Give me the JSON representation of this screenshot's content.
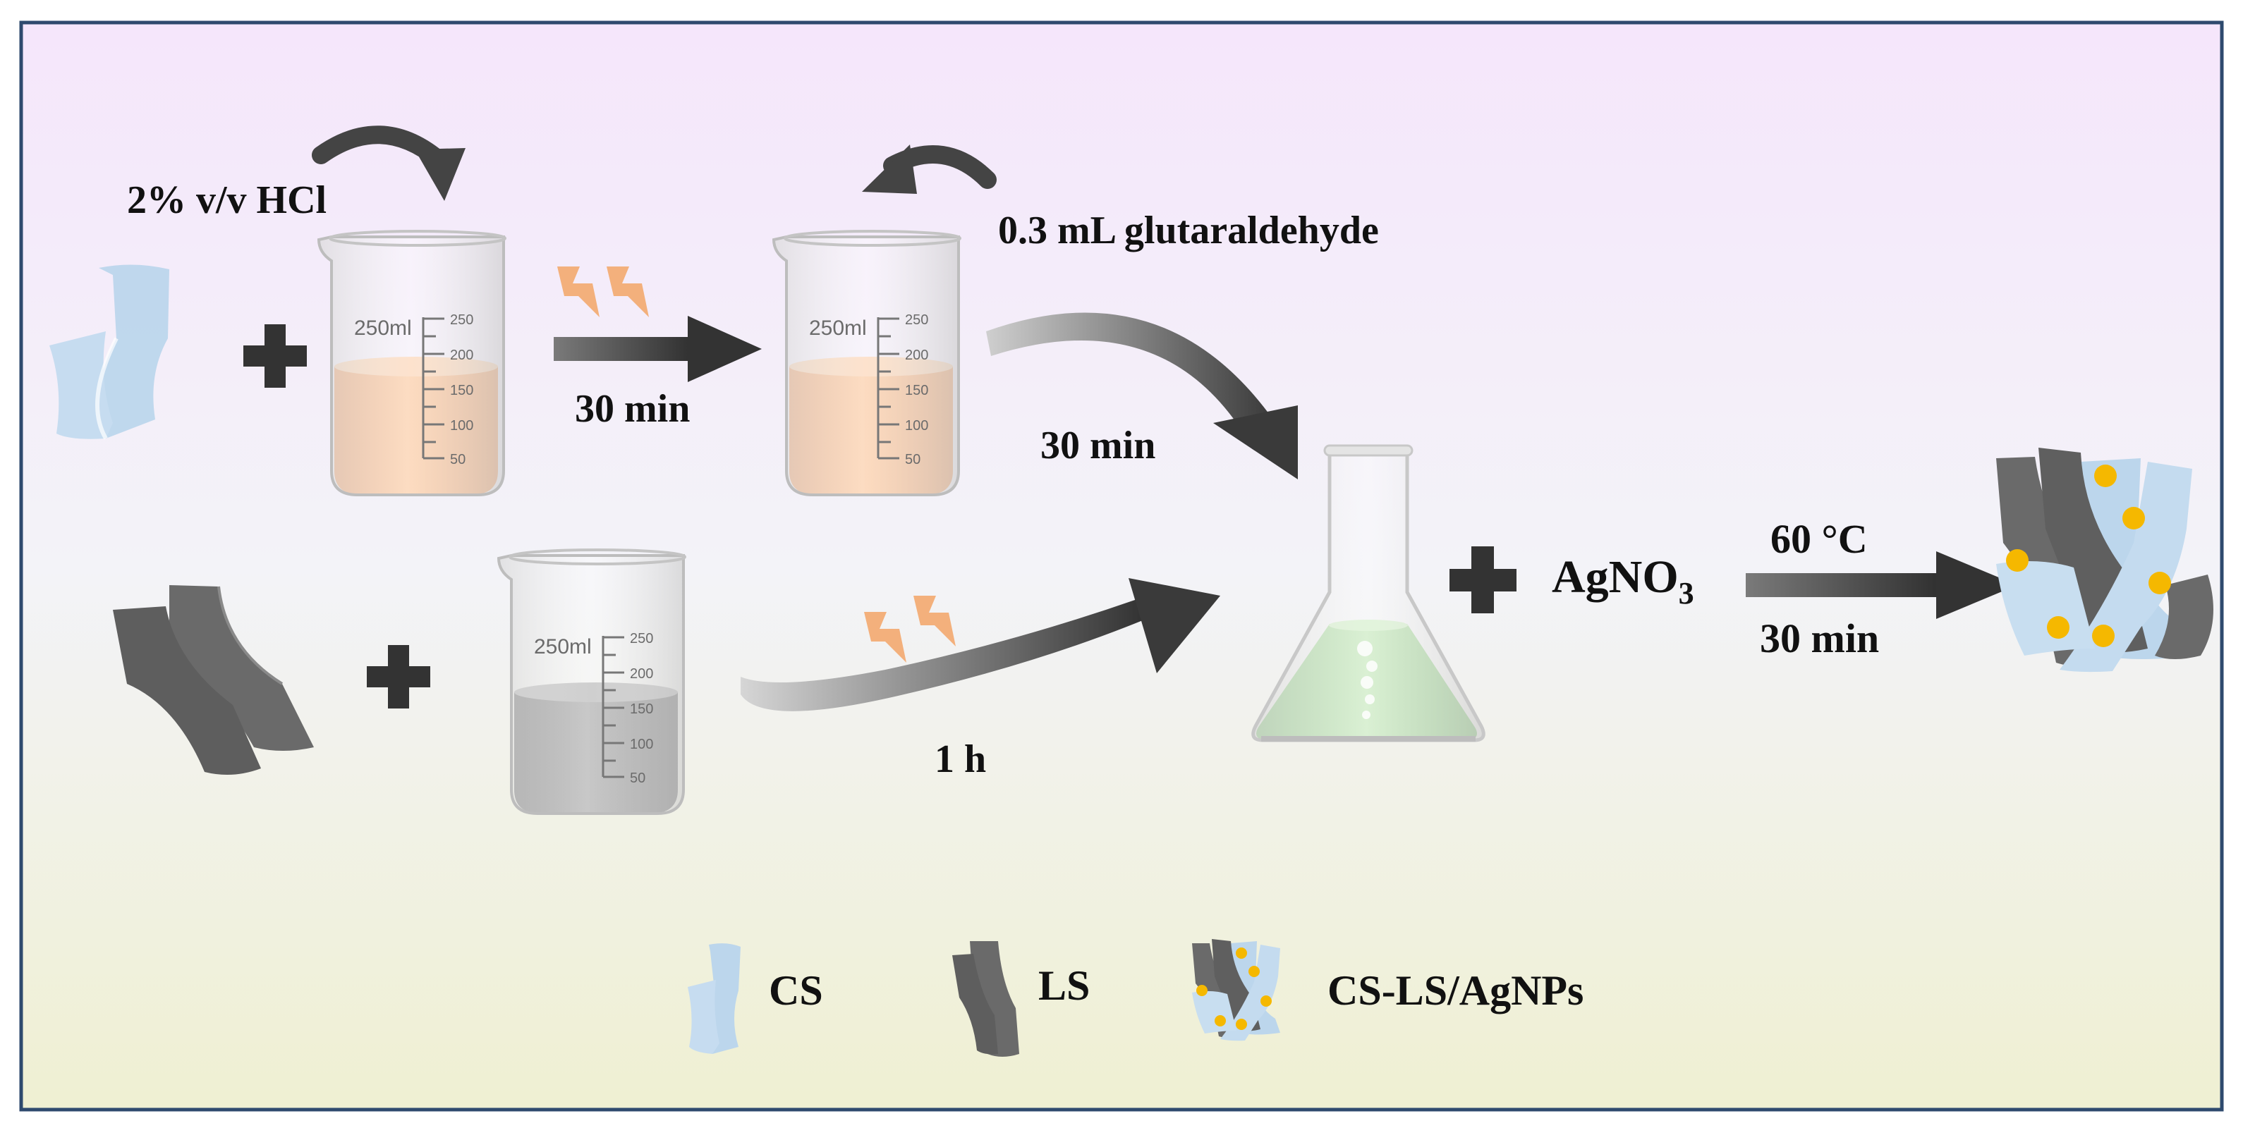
{
  "colors": {
    "background_top": "#f5e6fb",
    "background_mid": "#f2f2f8",
    "background_bottom": "#eff0d2",
    "frame": "#2e4a6e",
    "cs_strip": "#bcd6ec",
    "ls_strip": "#6a6a6a",
    "orange_liquid": "#f4b07e",
    "gray_liquid": "#8c8c8c",
    "green_liquid": "#9fd493",
    "agnp": "#f5b800",
    "lightning": "#f3b07c",
    "arrow": "#454545"
  },
  "labels": {
    "hcl": "2% v/v HCl",
    "glutaraldehyde": "0.3 mL glutaraldehyde",
    "step1_time": "30 min",
    "step2_time": "30 min",
    "step3_time": "1 h",
    "agno3_main": "AgNO",
    "agno3_sub": "3",
    "temperature": "60 °C",
    "step4_time": "30 min"
  },
  "beaker": {
    "volume_label": "250ml",
    "scale": [
      "250",
      "200",
      "150",
      "100",
      "50"
    ]
  },
  "legend": {
    "cs": "CS",
    "ls": "LS",
    "composite": "CS-LS/AgNPs"
  },
  "icons": {
    "cs": "chitosan-strip-icon",
    "ls": "lignosulfonate-strip-icon",
    "beaker": "beaker-icon",
    "flask": "erlenmeyer-flask-icon",
    "plus": "plus-icon",
    "arrow": "arrow-icon",
    "ultrasound": "lightning-bolt-icon",
    "product": "composite-fiber-icon"
  }
}
